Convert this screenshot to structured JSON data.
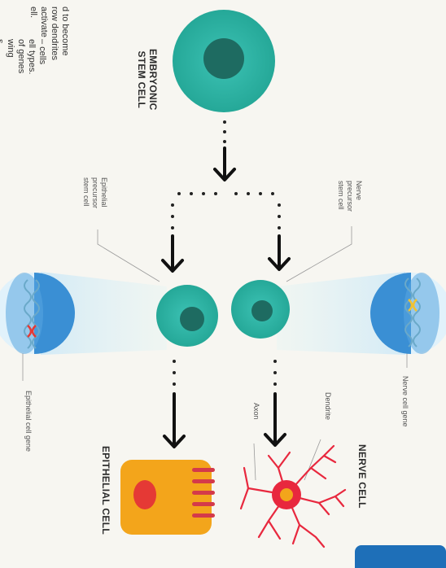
{
  "intro_fragments": [
    "– cells",
    "ell types.",
    "of genes",
    "wing",
    "s"
  ],
  "stem_caption_fragments": [
    "d to become",
    "row dendrites",
    "activate",
    "ell."
  ],
  "labels": {
    "embryonic_line1": "EMBRYONIC",
    "embryonic_line2": "STEM CELL",
    "epithelial_precursor_line1": "Epithelial",
    "epithelial_precursor_line2": "precursor",
    "epithelial_precursor_line3": "stem cell",
    "nerve_precursor_line1": "Nerve",
    "nerve_precursor_line2": "precursor",
    "nerve_precursor_line3": "stem cell",
    "nerve_cell_gene": "Nerve cell gene",
    "epithelial_cell_gene": "Epithelial cell gene",
    "dendrite": "Dendrite",
    "axon": "Axon",
    "nerve_cell": "NERVE CELL",
    "epithelial_cell": "EPITHELIAL CELL"
  },
  "colors": {
    "stem_cell": "#2bb3a5",
    "nucleus": "#1d6a60",
    "zoom_blue": "#3a8fd4",
    "nerve_red": "#e8283e",
    "epithelial_orange": "#f3a51b",
    "epithelial_nucleus": "#e53935",
    "epithelial_fringe": "#d43a4a"
  }
}
